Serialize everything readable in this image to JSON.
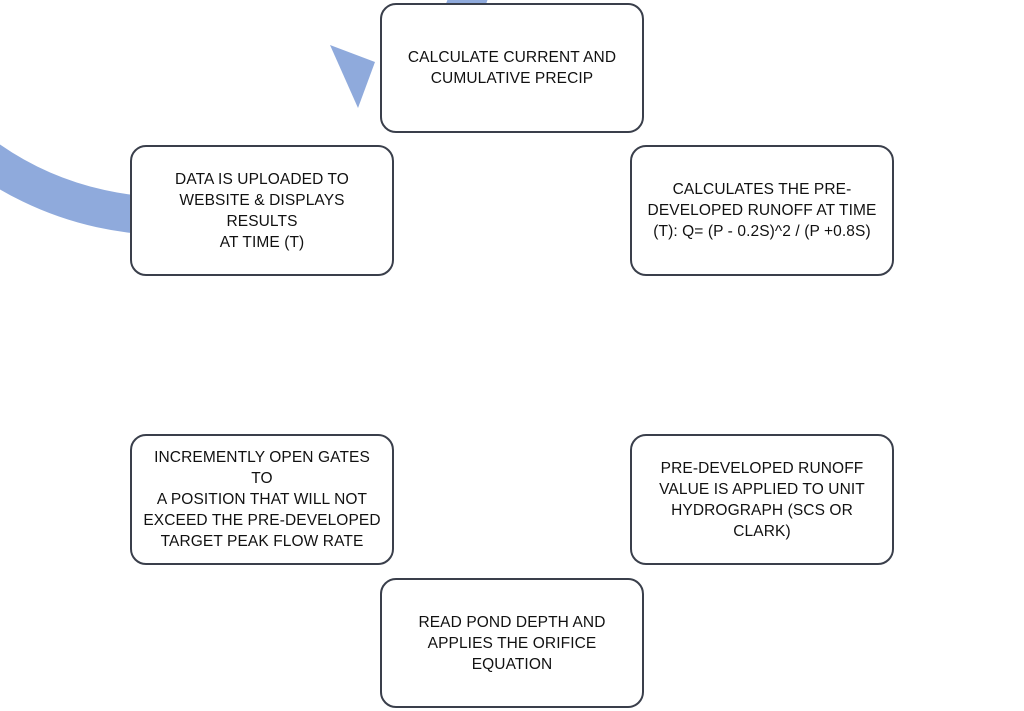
{
  "diagram": {
    "ring_color": "#8faadc",
    "border_color": "#3a3f4b",
    "steps": [
      {
        "text": "CALCULATE CURRENT AND\nCUMULATIVE  PRECIP"
      },
      {
        "text": "CALCULATES THE PRE-\nDEVELOPED RUNOFF AT TIME\n(T): Q= (P - 0.2S)^2 / (P +0.8S)"
      },
      {
        "text": "PRE-DEVELOPED RUNOFF\nVALUE IS APPLIED TO UNIT\nHYDROGRAPH (SCS OR CLARK)"
      },
      {
        "text": "READ POND DEPTH AND\nAPPLIES THE  ORIFICE\nEQUATION"
      },
      {
        "text": "INCREMENTLY OPEN GATES TO\nA POSITION THAT WILL NOT\nEXCEED THE PRE-DEVELOPED\nTARGET PEAK FLOW RATE"
      },
      {
        "text": "DATA IS UPLOADED TO\nWEBSITE & DISPLAYS RESULTS\nAT TIME (T)"
      }
    ]
  }
}
